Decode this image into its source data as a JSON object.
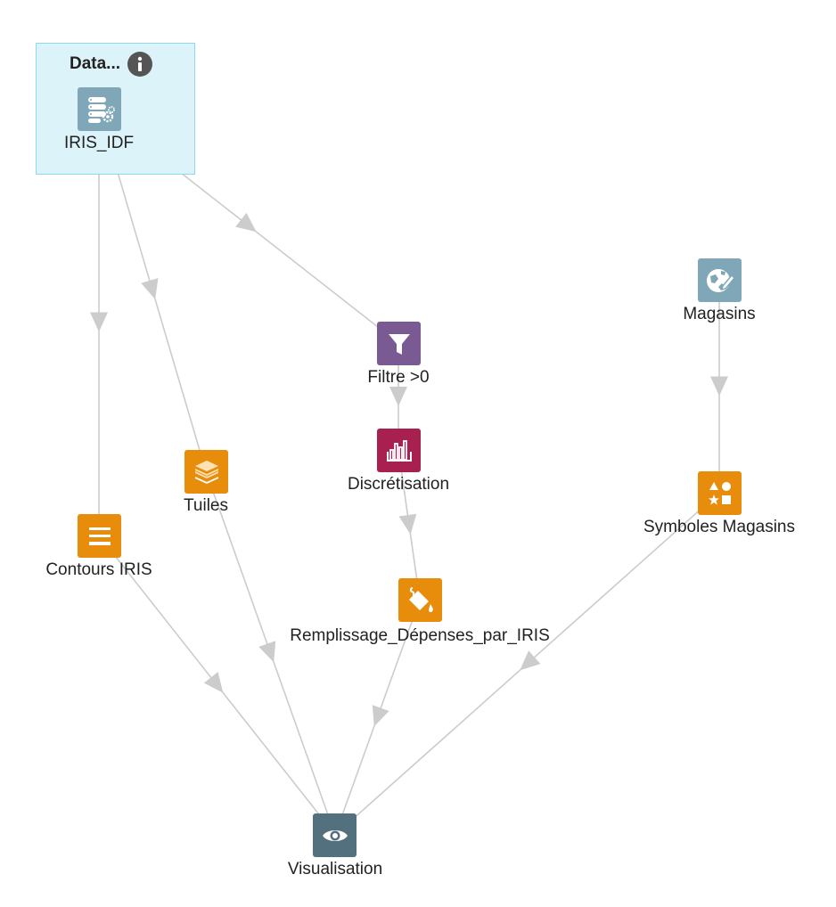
{
  "group": {
    "title": "Data..."
  },
  "nodes": [
    {
      "id": "iris_idf",
      "label": "IRIS_IDF",
      "icon": "database-settings-icon",
      "color": "#7fa7b7"
    },
    {
      "id": "magasins",
      "label": "Magasins",
      "icon": "map-edit-icon",
      "color": "#7fa7b7"
    },
    {
      "id": "filtre",
      "label": "Filtre >0",
      "icon": "filter-icon",
      "color": "#7a5a92"
    },
    {
      "id": "discretisation",
      "label": "Discrétisation",
      "icon": "histogram-icon",
      "color": "#a8204f"
    },
    {
      "id": "tuiles",
      "label": "Tuiles",
      "icon": "layers-icon",
      "color": "#e88c0c"
    },
    {
      "id": "contours",
      "label": "Contours IRIS",
      "icon": "lines-icon",
      "color": "#e88c0c"
    },
    {
      "id": "remplissage",
      "label": "Remplissage_Dépenses_par_IRIS",
      "icon": "paint-bucket-icon",
      "color": "#e88c0c"
    },
    {
      "id": "symboles",
      "label": "Symboles Magasins",
      "icon": "shapes-icon",
      "color": "#e88c0c"
    },
    {
      "id": "visualisation",
      "label": "Visualisation",
      "icon": "eye-icon",
      "color": "#52707e"
    }
  ],
  "edges": [
    {
      "from": "iris_idf",
      "to": "contours"
    },
    {
      "from": "iris_idf",
      "to": "tuiles"
    },
    {
      "from": "iris_idf",
      "to": "filtre"
    },
    {
      "from": "filtre",
      "to": "discretisation"
    },
    {
      "from": "discretisation",
      "to": "remplissage"
    },
    {
      "from": "magasins",
      "to": "symboles"
    },
    {
      "from": "contours",
      "to": "visualisation"
    },
    {
      "from": "tuiles",
      "to": "visualisation"
    },
    {
      "from": "remplissage",
      "to": "visualisation"
    },
    {
      "from": "symboles",
      "to": "visualisation"
    }
  ],
  "colors": {
    "group_fill": "#ddf3fa",
    "group_border": "#8fd9ee",
    "edge": "#cccccc"
  }
}
